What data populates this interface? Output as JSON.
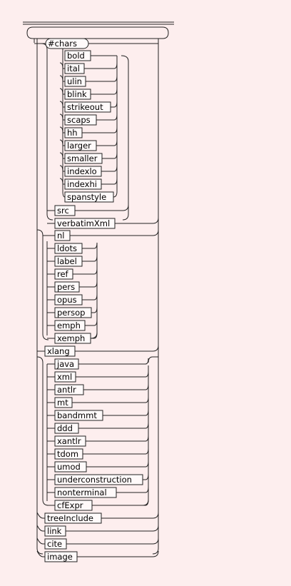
{
  "diagram": {
    "background": "#fdeeee",
    "line_color": "#222222",
    "box_fill": "#fffafa",
    "terminals": [
      "#chars",
      "bold",
      "ital",
      "ulin",
      "blink",
      "strikeout",
      "scaps",
      "hh",
      "larger",
      "smaller",
      "indexlo",
      "indexhi",
      "spanstyle",
      "src",
      "verbatimXml",
      "nl",
      "ldots",
      "label",
      "ref",
      "pers",
      "opus",
      "persop",
      "emph",
      "xemph",
      "xlang",
      "java",
      "xml",
      "antlr",
      "mt",
      "bandmmt",
      "ddd",
      "xantlr",
      "tdom",
      "umod",
      "underconstruction",
      "nonterminal",
      "cfExpr",
      "treeInclude",
      "link",
      "cite",
      "image"
    ]
  }
}
